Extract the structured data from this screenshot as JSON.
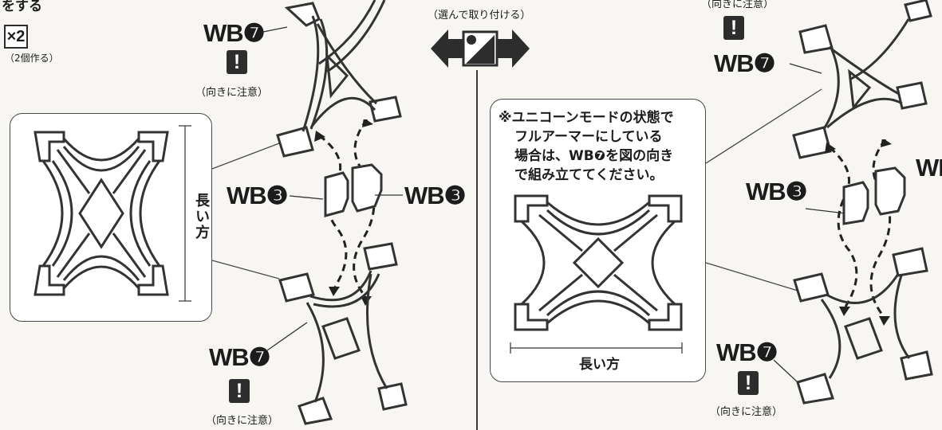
{
  "top_fragment": "をする",
  "quantity": {
    "multiplier": "×2",
    "note": "（2個作る）"
  },
  "swap_caption": "（選んで取り付ける）",
  "swap_icon": "two-way-arrow-swap-icon",
  "parts": {
    "wb7": "WB❼",
    "wb3": "WB❸"
  },
  "warning": {
    "symbol": "!",
    "caption": "（向きに注意）",
    "caption_top_right": "（向きに注意）"
  },
  "left_callout": {
    "vertical_label": "長い方"
  },
  "right_callout": {
    "note_lines": [
      "※ユニコーンモードの状態で",
      "フルアーマーにしている",
      "場合は、WB❼を図の向き",
      "で組み立ててください。"
    ],
    "horizontal_label": "長い方"
  },
  "right_edge_fragment": "WI",
  "colors": {
    "ink": "#1c1c1c",
    "paper": "#f7f6f3",
    "icon_fill": "#2d2d2d"
  }
}
